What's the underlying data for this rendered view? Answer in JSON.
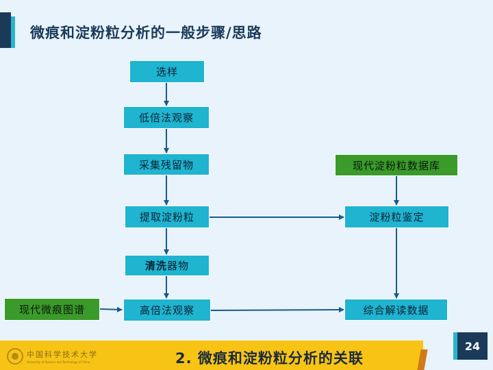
{
  "header": {
    "title": "微痕和淀粉粒分析的一般步骤/思路"
  },
  "flow": {
    "select": "选样",
    "low_power": "低倍法观察",
    "collect": "采集残留物",
    "extract": "提取淀粉粒",
    "wash_bold": "清洗",
    "wash_rest": "器物",
    "high_power": "高倍法观察",
    "modern_use_wear": "现代微痕图谱",
    "modern_starch_db": "现代淀粉粒数据库",
    "starch_id": "淀粉粒鉴定",
    "synthesis": "综合解读数据"
  },
  "footer": {
    "section_title": "2.  微痕和淀粉粒分析的关联",
    "logo_name": "中国科学技术大学",
    "logo_english": "University of Science and Technology of China",
    "page_number": "24"
  },
  "colors": {
    "process_box": "#1fb4cf",
    "reference_box": "#3a9a2a",
    "arrow": "#1a5a8a",
    "footer_bar": "#f7c415"
  }
}
